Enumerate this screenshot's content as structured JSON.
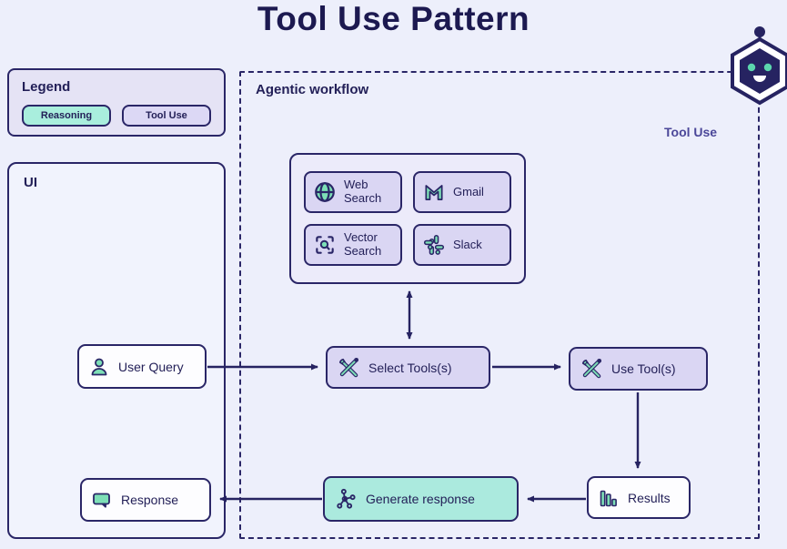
{
  "page": {
    "title": "Tool Use Pattern",
    "colors": {
      "background": "#edeffb",
      "navy": "#2a2667",
      "title_text": "#1c1950",
      "teal_fill": "#abeade",
      "lavender_fill": "#dad6f3",
      "green_icon": "#7ddfb6",
      "subtitle_purple": "#4b4799",
      "white_node": "#fdfdff"
    }
  },
  "legend": {
    "title": "Legend",
    "items": [
      {
        "label": "Reasoning",
        "style": "teal"
      },
      {
        "label": "Tool Use",
        "style": "lavender"
      }
    ]
  },
  "ui_panel": {
    "title": "UI",
    "nodes": {
      "user_query": {
        "label": "User Query",
        "icon": "user-icon"
      },
      "response": {
        "label": "Response",
        "icon": "chat-bubble-icon"
      }
    }
  },
  "workflow": {
    "title": "Agentic workflow",
    "corner_label": "Tool Use",
    "robot_icon": "robot-hexagon-icon",
    "tools": [
      {
        "label": "Web Search",
        "icon": "globe-icon"
      },
      {
        "label": "Gmail",
        "icon": "gmail-icon"
      },
      {
        "label": "Vector Search",
        "icon": "vector-search-icon"
      },
      {
        "label": "Slack",
        "icon": "slack-icon"
      }
    ],
    "nodes": {
      "select_tools": {
        "label": "Select Tools(s)",
        "icon": "wrench-screwdriver-icon"
      },
      "use_tools": {
        "label": "Use Tool(s)",
        "icon": "wrench-screwdriver-icon"
      },
      "generate_response": {
        "label": "Generate response",
        "icon": "network-nodes-icon"
      },
      "results": {
        "label": "Results",
        "icon": "bar-chart-icon"
      }
    },
    "edges": [
      "user_query -> select_tools",
      "select_tools <-> tools_box",
      "select_tools -> use_tools",
      "use_tools -> results",
      "results -> generate_response",
      "generate_response -> response"
    ]
  }
}
